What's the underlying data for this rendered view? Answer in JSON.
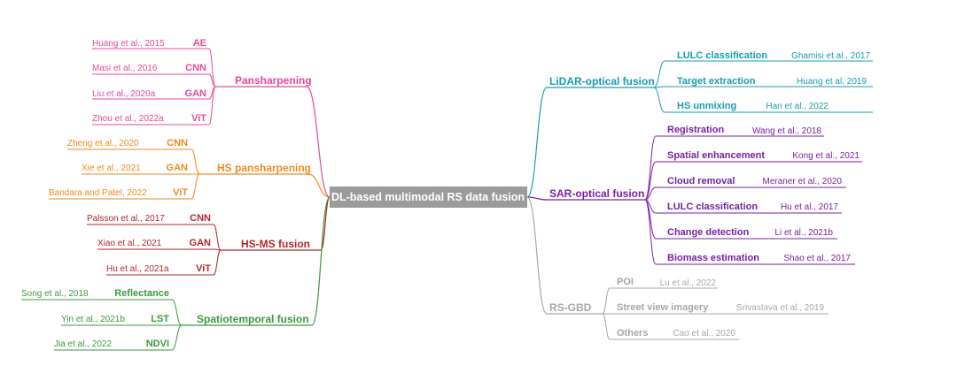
{
  "colors": {
    "pink": "#e8479b",
    "orange": "#f08a1e",
    "red": "#b3262a",
    "green": "#3a9a3a",
    "teal": "#1a9bb0",
    "purple": "#7a1fa2",
    "gray": "#a8a8a8",
    "center_bg": "#9b9b9b",
    "center_text": "#ffffff"
  },
  "center": {
    "label": "DL-based multimodal RS data fusion"
  },
  "left_branches": [
    {
      "label": "Pansharpening",
      "color": "pink",
      "children": [
        {
          "method": "AE",
          "ref": "Huang et al., 2015"
        },
        {
          "method": "CNN",
          "ref": "Masi et al., 2016"
        },
        {
          "method": "GAN",
          "ref": "Liu et al., 2020a"
        },
        {
          "method": "ViT",
          "ref": "Zhou et al., 2022a"
        }
      ]
    },
    {
      "label": "HS pansharpening",
      "color": "orange",
      "children": [
        {
          "method": "CNN",
          "ref": "Zheng et al., 2020"
        },
        {
          "method": "GAN",
          "ref": "Xie et al., 2021"
        },
        {
          "method": "ViT",
          "ref": "Bandara and Patel, 2022"
        }
      ]
    },
    {
      "label": "HS-MS fusion",
      "color": "red",
      "children": [
        {
          "method": "CNN",
          "ref": "Palsson et al., 2017"
        },
        {
          "method": "GAN",
          "ref": "Xiao et al., 2021"
        },
        {
          "method": "ViT",
          "ref": "Hu et al., 2021a"
        }
      ]
    },
    {
      "label": "Spatiotemporal fusion",
      "color": "green",
      "children": [
        {
          "method": "Reflectance",
          "ref": "Song et al., 2018"
        },
        {
          "method": "LST",
          "ref": "Yin et al., 2021b"
        },
        {
          "method": "NDVI",
          "ref": "Jia et al., 2022"
        }
      ]
    }
  ],
  "right_branches": [
    {
      "label": "LiDAR-optical fusion",
      "color": "teal",
      "children": [
        {
          "method": "LULC classification",
          "ref": "Ghamisi et al., 2017"
        },
        {
          "method": "Target extraction",
          "ref": "Huang et al. 2019"
        },
        {
          "method": "HS unmixing",
          "ref": "Han et al., 2022"
        }
      ]
    },
    {
      "label": "SAR-optical fusion",
      "color": "purple",
      "children": [
        {
          "method": "Registration",
          "ref": "Wang et al., 2018"
        },
        {
          "method": "Spatial enhancement",
          "ref": "Kong et al., 2021"
        },
        {
          "method": "Cloud removal",
          "ref": "Meraner et al., 2020"
        },
        {
          "method": "LULC classification",
          "ref": "Hu et al., 2017"
        },
        {
          "method": "Change detection",
          "ref": "Li et al., 2021b"
        },
        {
          "method": "Biomass estimation",
          "ref": "Shao et al., 2017"
        }
      ]
    },
    {
      "label": "RS-GBD",
      "color": "gray",
      "children": [
        {
          "method": "POI",
          "ref": "Lu et al., 2022"
        },
        {
          "method": "Street view imagery",
          "ref": "Srivastava et al., 2019"
        },
        {
          "method": "Others",
          "ref": "Cao et al., 2020"
        }
      ]
    }
  ]
}
